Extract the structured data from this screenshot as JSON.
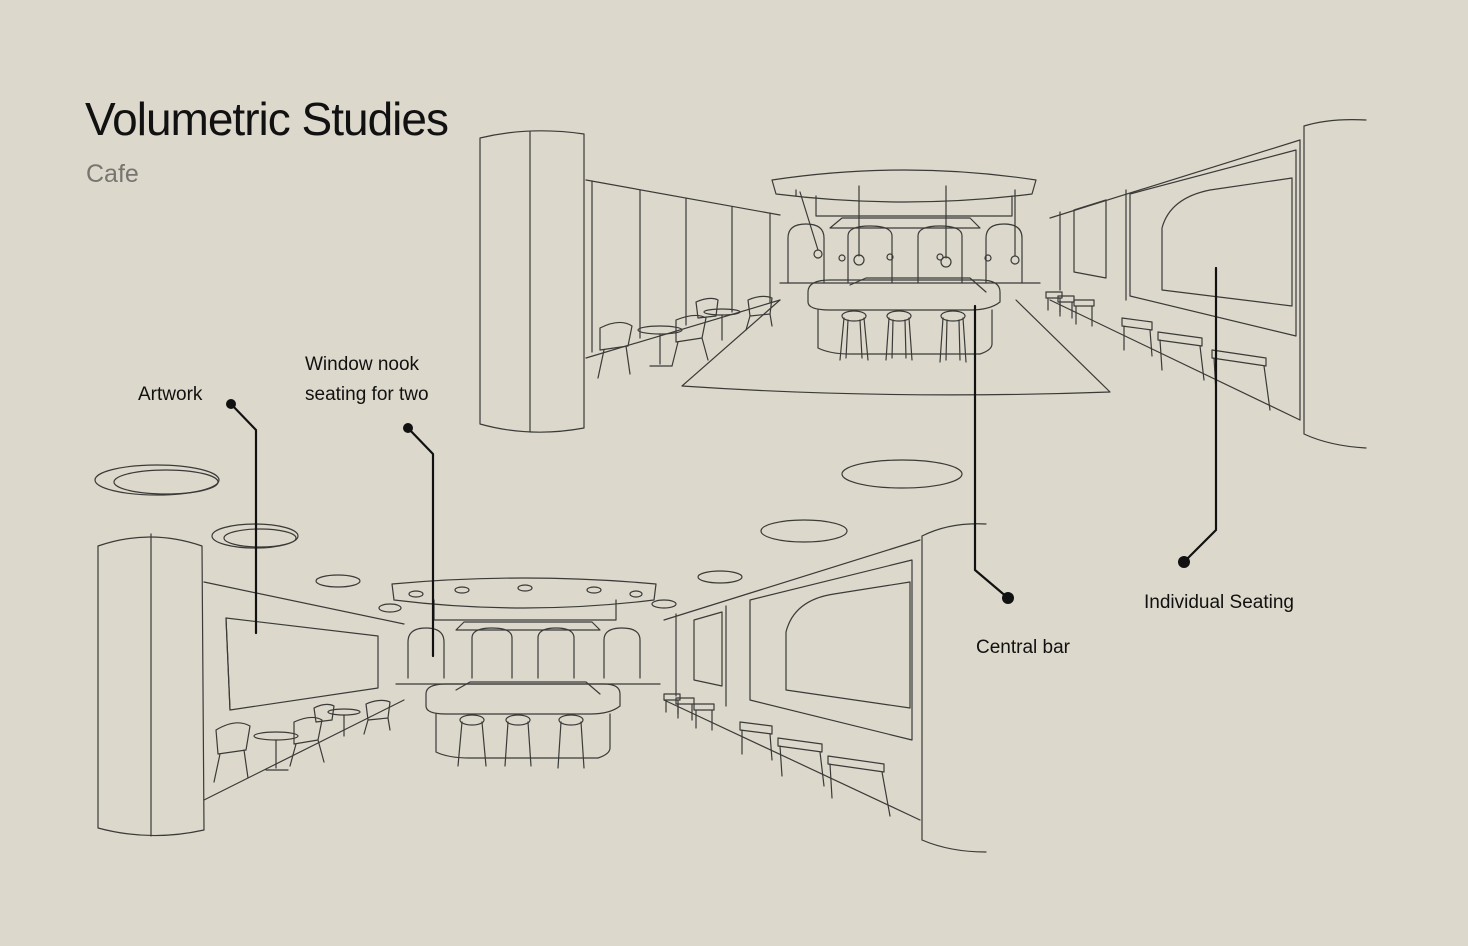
{
  "header": {
    "title": "Volumetric Studies",
    "subtitle": "Cafe"
  },
  "callouts": {
    "artwork": "Artwork",
    "window_nook_line1": "Window nook",
    "window_nook_line2": "seating for two",
    "central_bar": "Central bar",
    "individual_seating": "Individual Seating"
  },
  "colors": {
    "background": "#dcd8cc",
    "sketch": "#3a3a38",
    "leader": "#111111",
    "subtitle": "#767570"
  }
}
